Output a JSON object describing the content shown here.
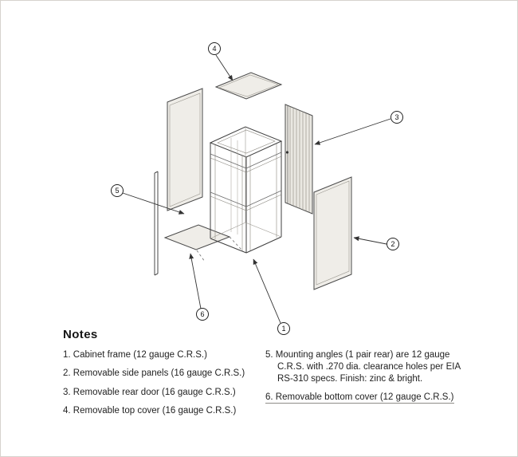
{
  "figure": {
    "callouts": {
      "n1": "1",
      "n2": "2",
      "n3": "3",
      "n4": "4",
      "n5": "5",
      "n6": "6"
    },
    "colors": {
      "line": "#3f3f3f",
      "panel_fill": "#efede8",
      "thin_line": "#8a877f"
    }
  },
  "notes": {
    "title": "Notes",
    "left": [
      "1. Cabinet frame (12 gauge C.R.S.)",
      "2. Removable side panels (16 gauge C.R.S.)",
      "3. Removable rear door (16 gauge C.R.S.)",
      "4. Removable top cover (16 gauge C.R.S.)"
    ],
    "right": [
      "5. Mounting angles (1 pair rear) are 12 gauge C.R.S. with .270 dia. clearance holes per EIA RS-310 specs. Finish: zinc & bright.",
      "6. Removable bottom cover (12 gauge C.R.S.)"
    ]
  }
}
